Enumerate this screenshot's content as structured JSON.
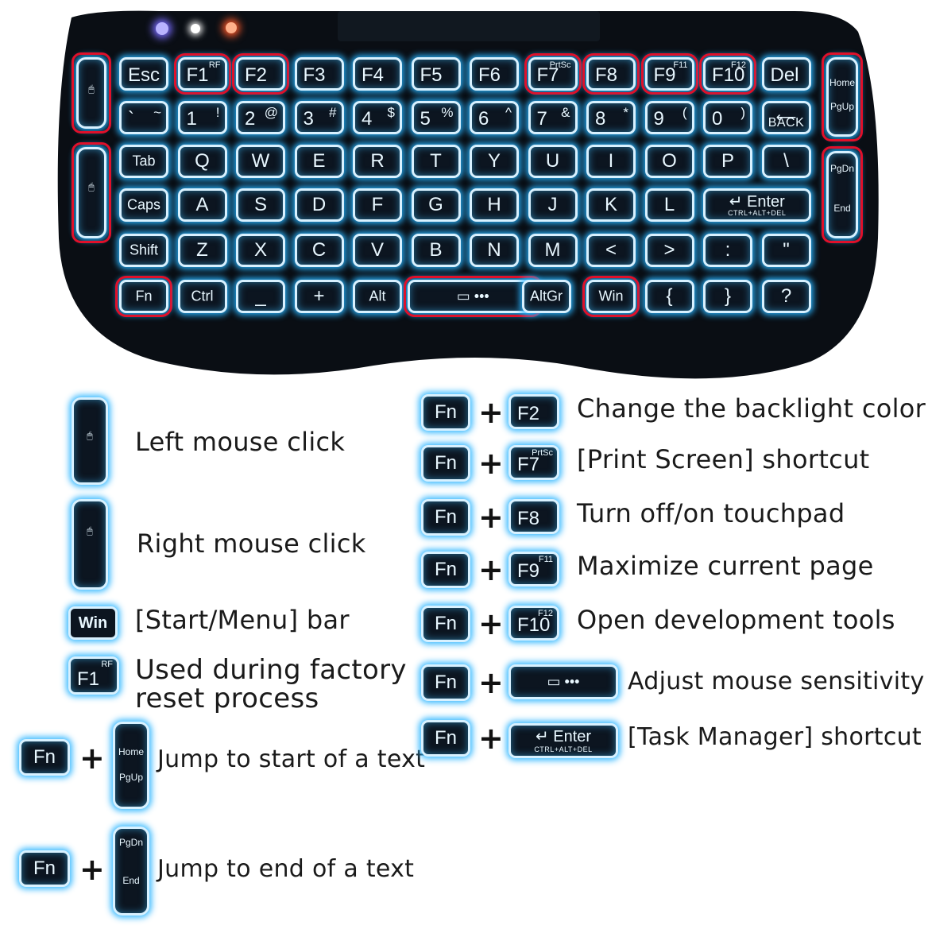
{
  "colors": {
    "glow": "#28b4ff",
    "highlight": "#e0102a",
    "body": "#0a0e14"
  },
  "keyboard": {
    "row_fn": [
      {
        "main": "Esc",
        "sec": ""
      },
      {
        "main": "F1",
        "sec": "RF"
      },
      {
        "main": "F2",
        "sec": ""
      },
      {
        "main": "F3",
        "sec": ""
      },
      {
        "main": "F4",
        "sec": ""
      },
      {
        "main": "F5",
        "sec": ""
      },
      {
        "main": "F6",
        "sec": ""
      },
      {
        "main": "F7",
        "sec": "PrtSc"
      },
      {
        "main": "F8",
        "sec": ""
      },
      {
        "main": "F9",
        "sec": "F11"
      },
      {
        "main": "F10",
        "sec": "F12"
      },
      {
        "main": "Del",
        "sec": ""
      }
    ],
    "row_num": [
      {
        "main": "`",
        "sec": "~"
      },
      {
        "main": "1",
        "sec": "!"
      },
      {
        "main": "2",
        "sec": "@"
      },
      {
        "main": "3",
        "sec": "#"
      },
      {
        "main": "4",
        "sec": "$"
      },
      {
        "main": "5",
        "sec": "%"
      },
      {
        "main": "6",
        "sec": "^"
      },
      {
        "main": "7",
        "sec": "&"
      },
      {
        "main": "8",
        "sec": "*"
      },
      {
        "main": "9",
        "sec": "("
      },
      {
        "main": "0",
        "sec": ")"
      },
      {
        "main": "BACK",
        "sec": ""
      }
    ],
    "row_q": [
      "Tab",
      "Q",
      "W",
      "E",
      "R",
      "T",
      "Y",
      "U",
      "I",
      "O",
      "P",
      "\\"
    ],
    "row_a": [
      "Caps",
      "A",
      "S",
      "D",
      "F",
      "G",
      "H",
      "J",
      "K",
      "L"
    ],
    "enter": {
      "main": "Enter",
      "sub": "CTRL+ALT+DEL"
    },
    "row_z": [
      "Shift",
      "Z",
      "X",
      "C",
      "V",
      "B",
      "N",
      "M",
      "<",
      ">",
      ":",
      "\""
    ],
    "row_bottom": [
      "Fn",
      "Ctrl",
      "_",
      "+",
      "Alt",
      "",
      "AltGr",
      "Win",
      "{",
      "}",
      "?"
    ],
    "side_right_top": [
      "Home",
      "PgUp"
    ],
    "side_right_bottom": [
      "PgDn",
      "End"
    ]
  },
  "legend_left": [
    {
      "name": "left-mouse",
      "label": "Left mouse click"
    },
    {
      "name": "right-mouse",
      "label": "Right mouse click"
    },
    {
      "name": "win",
      "key": "Win",
      "label": "[Start/Menu] bar"
    },
    {
      "name": "factory",
      "key": "F1",
      "sec": "RF",
      "label": "Used during factory reset process"
    },
    {
      "name": "home",
      "key": "Fn",
      "label": "Jump to start of a text"
    },
    {
      "name": "end",
      "key": "Fn",
      "label": "Jump to end of a text"
    }
  ],
  "legend_right": [
    {
      "key": "F2",
      "sec": "",
      "label": "Change the backlight color"
    },
    {
      "key": "F7",
      "sec": "PrtSc",
      "label": "[Print Screen] shortcut"
    },
    {
      "key": "F8",
      "sec": "",
      "label": "Turn off/on touchpad"
    },
    {
      "key": "F9",
      "sec": "F11",
      "label": "Maximize current page"
    },
    {
      "key": "F10",
      "sec": "F12",
      "label": "Open development tools"
    },
    {
      "key": "",
      "sec": "",
      "label": "Adjust mouse sensitivity"
    },
    {
      "key": "Enter",
      "sec": "CTRL+ALT+DEL",
      "label": "[Task Manager] shortcut"
    }
  ],
  "fn_label": "Fn",
  "plus": "+"
}
